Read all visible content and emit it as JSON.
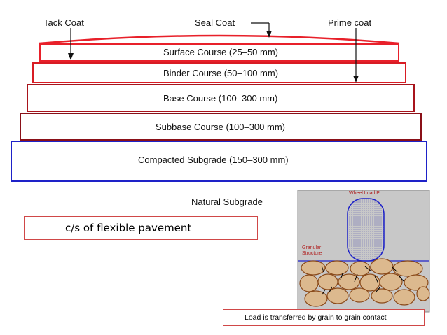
{
  "top_labels": {
    "tack_coat": "Tack Coat",
    "seal_coat": "Seal Coat",
    "prime_coat": "Prime coat"
  },
  "layers": {
    "surface": "Surface Course (25–50 mm)",
    "binder": "Binder Course (50–100 mm)",
    "base": "Base Course (100–300 mm)",
    "subbase": "Subbase Course (100–300 mm)",
    "subgrade": "Compacted Subgrade (150–300 mm)"
  },
  "natural_subgrade": "Natural Subgrade",
  "caption": "c/s of flexible pavement",
  "grain_panel": {
    "wheel_load": "Wheel Load P",
    "granular_structure": "Granular Structure",
    "caption": "Load is transferred by grain to grain contact"
  },
  "colors": {
    "surface": "#e8202a",
    "binder": "#d81c24",
    "base": "#a8141c",
    "subbase": "#8a1018",
    "subgrade": "#1e22c8",
    "panel_bg": "#c8c8c8",
    "grain_fill": "#dcb98e",
    "grain_stroke": "#8a4a1a"
  }
}
